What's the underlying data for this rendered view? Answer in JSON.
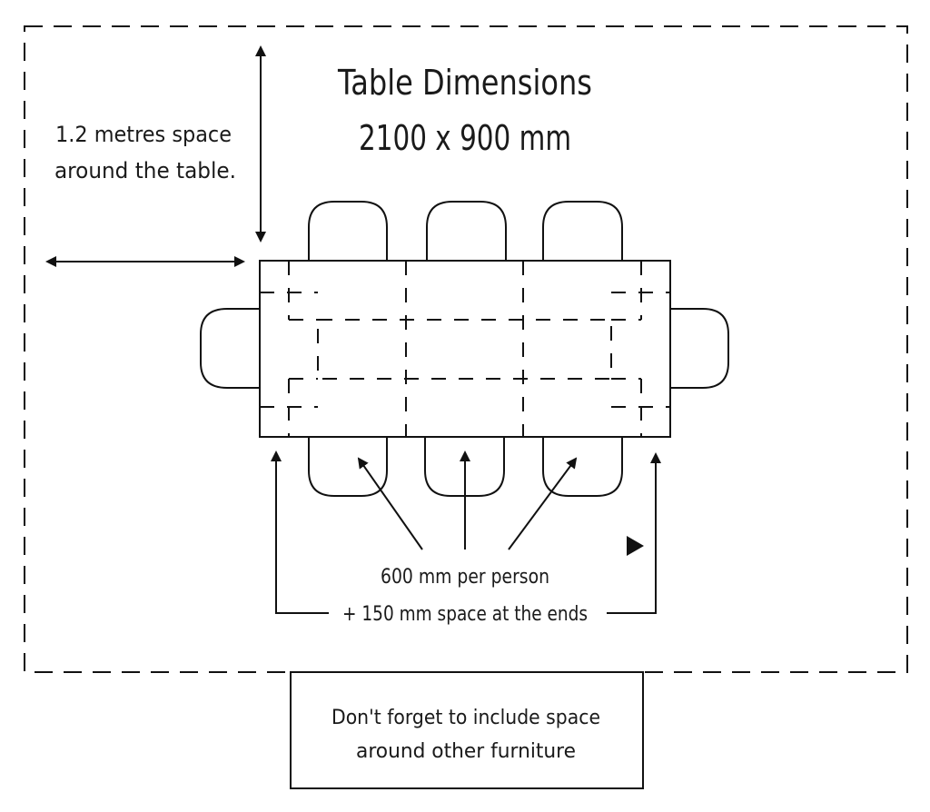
{
  "title": {
    "line1": "Table Dimensions",
    "line2": "2100 x 900 mm"
  },
  "space_note": {
    "line1": "1.2 metres space",
    "line2": "around the table."
  },
  "person_note": {
    "line1": "600 mm per person",
    "line2": "+ 150 mm space at the ends"
  },
  "reminder": {
    "line1": "Don't forget to include space",
    "line2": "around other furniture"
  },
  "colors": {
    "ink": "#111111",
    "background": "#ffffff"
  }
}
